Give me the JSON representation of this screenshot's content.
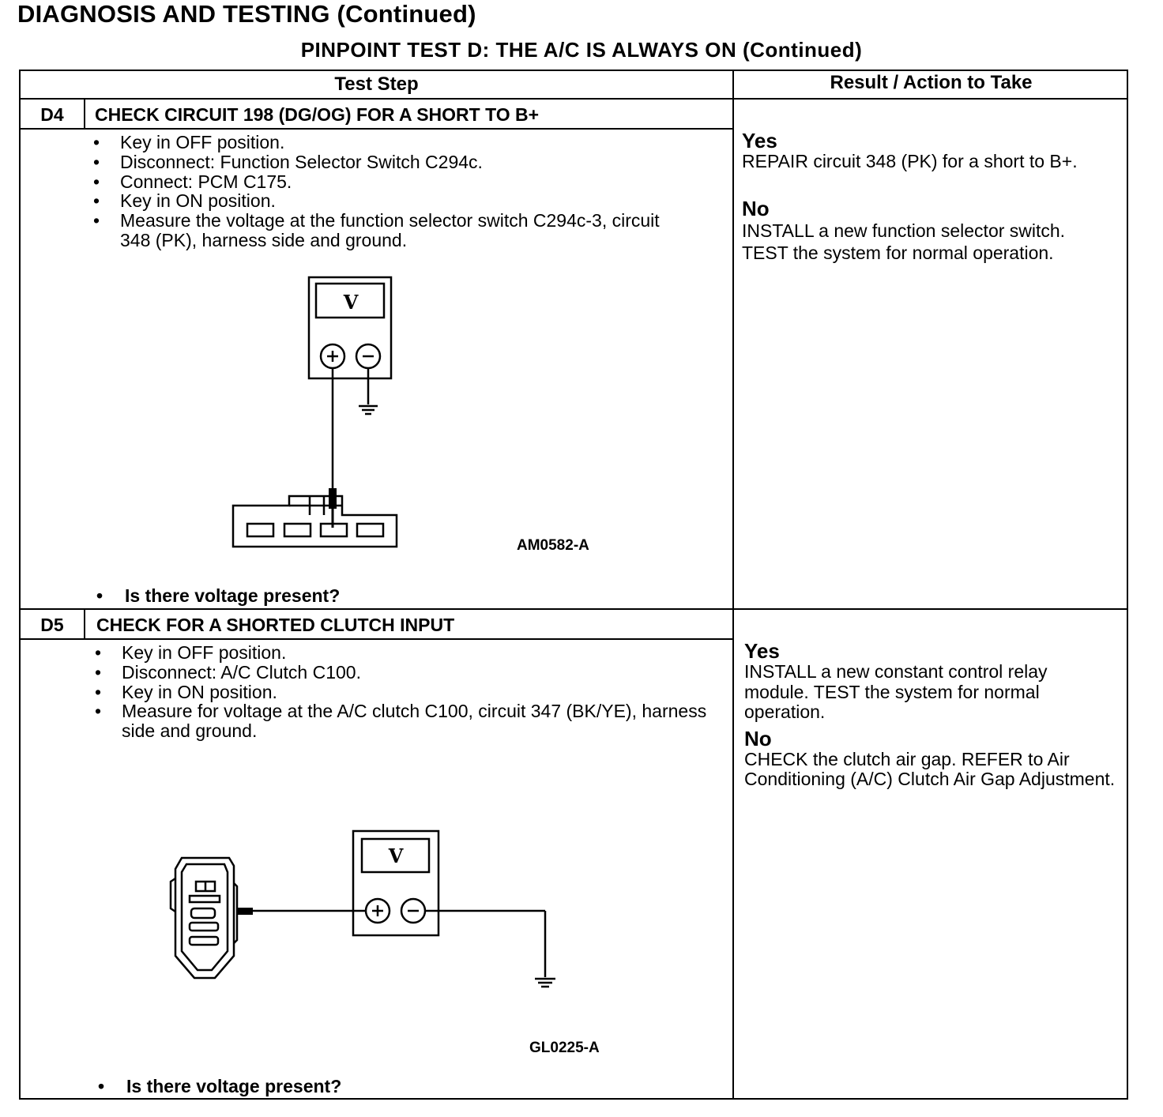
{
  "header": {
    "section_title": "DIAGNOSIS AND TESTING (Continued)",
    "test_title": "PINPOINT TEST D: THE A/C IS ALWAYS ON (Continued)"
  },
  "columns": {
    "test_step": "Test Step",
    "result": "Result / Action to Take"
  },
  "steps": [
    {
      "id": "D4",
      "title": "CHECK CIRCUIT 198 (DG/OG) FOR A SHORT TO B+",
      "bullets": [
        "Key in OFF position.",
        "Disconnect: Function Selector Switch C294c.",
        "Connect: PCM C175.",
        "Key in ON position.",
        "Measure the voltage at the function selector switch C294c-3, circuit 348 (PK), harness side and ground."
      ],
      "figure": {
        "meter_label": "V",
        "code": "AM0582-A"
      },
      "question": "Is there voltage present?",
      "yes_label": "Yes",
      "yes_action": "REPAIR circuit 348 (PK) for a short to B+.",
      "no_label": "No",
      "no_action": "INSTALL a new function selector switch. TEST the system for normal operation."
    },
    {
      "id": "D5",
      "title": "CHECK FOR A SHORTED CLUTCH INPUT",
      "bullets": [
        "Key in OFF position.",
        "Disconnect: A/C Clutch C100.",
        "Key in ON position.",
        "Measure for voltage at the A/C clutch C100, circuit 347 (BK/YE), harness side and ground."
      ],
      "figure": {
        "meter_label": "V",
        "code": "GL0225-A"
      },
      "question": "Is there voltage present?",
      "yes_label": "Yes",
      "yes_action": "INSTALL a new constant control relay module. TEST the system for normal operation.",
      "no_label": "No",
      "no_action": "CHECK the clutch air gap. REFER to Air Conditioning (A/C) Clutch Air Gap Adjustment."
    }
  ]
}
